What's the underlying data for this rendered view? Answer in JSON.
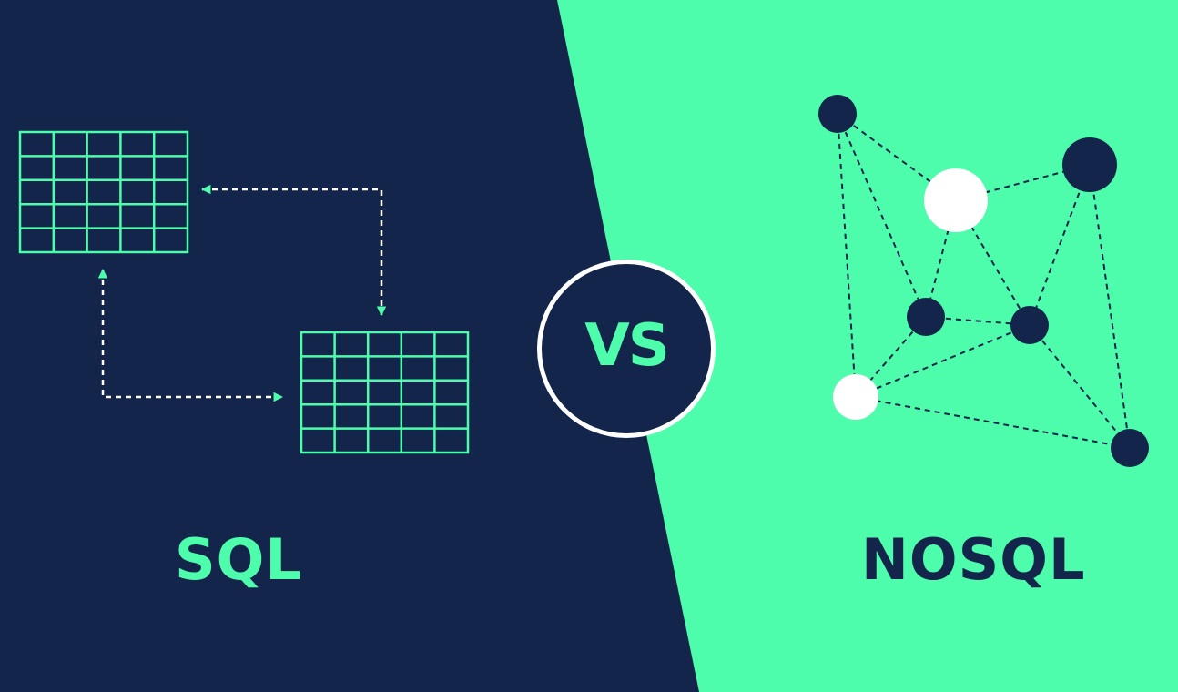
{
  "sql": {
    "label": "SQL"
  },
  "vs": {
    "label": "VS"
  },
  "nosql": {
    "label": "NOSQL"
  },
  "colors": {
    "navy": "#13254a",
    "mint": "#4dfdab",
    "white": "#ffffff"
  },
  "icons": {
    "table": "table-grid-icon",
    "arrow": "dashed-arrow",
    "node": "network-node"
  }
}
